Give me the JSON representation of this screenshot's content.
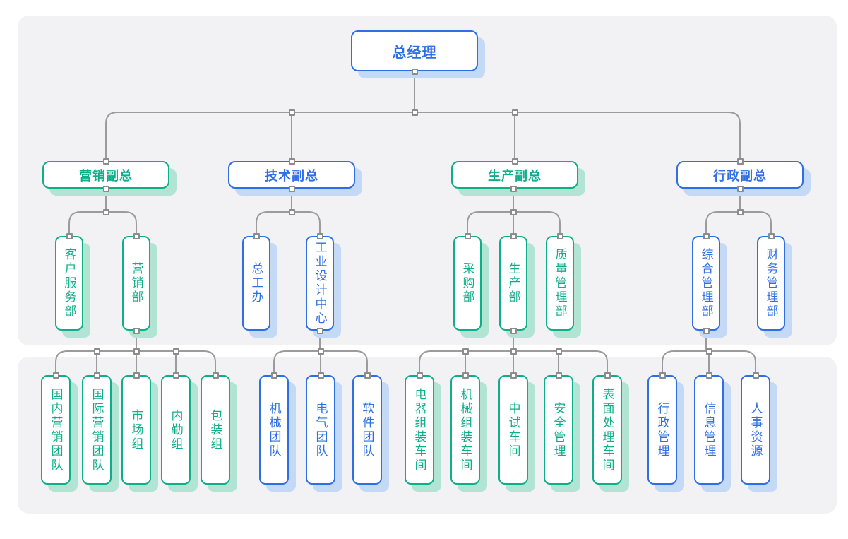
{
  "page": {
    "background": "#ffffff",
    "panel_color": "#f2f2f4"
  },
  "palette": {
    "blue": "#2e6fe3",
    "green": "#0fae8a",
    "blue_shadow": "#c3d9f6",
    "green_shadow": "#b2e4d4",
    "connector_line": "#9b9b9b",
    "node_background": "#ffffff"
  },
  "chart_data": {
    "type": "org-tree",
    "title": "",
    "nodes": [
      {
        "id": "gm",
        "label": "总经理",
        "color": "blue",
        "parent": null,
        "level": 1
      },
      {
        "id": "mkt",
        "label": "营销副总",
        "color": "green",
        "parent": "gm",
        "level": 2
      },
      {
        "id": "tech",
        "label": "技术副总",
        "color": "blue",
        "parent": "gm",
        "level": 2
      },
      {
        "id": "prod",
        "label": "生产副总",
        "color": "green",
        "parent": "gm",
        "level": 2
      },
      {
        "id": "admin",
        "label": "行政副总",
        "color": "blue",
        "parent": "gm",
        "level": 2
      },
      {
        "id": "cs",
        "label": "客户服务部",
        "color": "green",
        "parent": "mkt",
        "level": 3
      },
      {
        "id": "mktd",
        "label": "营销部",
        "color": "green",
        "parent": "mkt",
        "level": 3
      },
      {
        "id": "ceo",
        "label": "总工办",
        "color": "blue",
        "parent": "tech",
        "level": 3
      },
      {
        "id": "idc",
        "label": "工业设计中心",
        "color": "blue",
        "parent": "tech",
        "level": 3
      },
      {
        "id": "pur",
        "label": "采购部",
        "color": "green",
        "parent": "prod",
        "level": 3
      },
      {
        "id": "prdd",
        "label": "生产部",
        "color": "green",
        "parent": "prod",
        "level": 3
      },
      {
        "id": "qm",
        "label": "质量管理部",
        "color": "green",
        "parent": "prod",
        "level": 3
      },
      {
        "id": "gmd",
        "label": "综合管理部",
        "color": "blue",
        "parent": "admin",
        "level": 3
      },
      {
        "id": "fin",
        "label": "财务管理部",
        "color": "blue",
        "parent": "admin",
        "level": 3
      },
      {
        "id": "dom",
        "label": "国内营销团队",
        "color": "green",
        "parent": "mktd",
        "level": 4
      },
      {
        "id": "intl",
        "label": "国际营销团队",
        "color": "green",
        "parent": "mktd",
        "level": 4
      },
      {
        "id": "mg",
        "label": "市场组",
        "color": "green",
        "parent": "mktd",
        "level": 4
      },
      {
        "id": "bo",
        "label": "内勤组",
        "color": "green",
        "parent": "mktd",
        "level": 4
      },
      {
        "id": "pk",
        "label": "包装组",
        "color": "green",
        "parent": "mktd",
        "level": 4
      },
      {
        "id": "mech",
        "label": "机械团队",
        "color": "blue",
        "parent": "idc",
        "level": 4
      },
      {
        "id": "elec",
        "label": "电气团队",
        "color": "blue",
        "parent": "idc",
        "level": 4
      },
      {
        "id": "soft",
        "label": "软件团队",
        "color": "blue",
        "parent": "idc",
        "level": 4
      },
      {
        "id": "eaw",
        "label": "电器组装车间",
        "color": "green",
        "parent": "prdd",
        "level": 4
      },
      {
        "id": "maw",
        "label": "机械组装车间",
        "color": "green",
        "parent": "prdd",
        "level": 4
      },
      {
        "id": "ptw",
        "label": "中试车间",
        "color": "green",
        "parent": "prdd",
        "level": 4
      },
      {
        "id": "saf",
        "label": "安全管理",
        "color": "green",
        "parent": "prdd",
        "level": 4
      },
      {
        "id": "stw",
        "label": "表面处理车间",
        "color": "green",
        "parent": "prdd",
        "level": 4
      },
      {
        "id": "adm",
        "label": "行政管理",
        "color": "blue",
        "parent": "gmd",
        "level": 4
      },
      {
        "id": "info",
        "label": "信息管理",
        "color": "blue",
        "parent": "gmd",
        "level": 4
      },
      {
        "id": "hr",
        "label": "人事资源",
        "color": "blue",
        "parent": "gmd",
        "level": 4
      }
    ]
  }
}
